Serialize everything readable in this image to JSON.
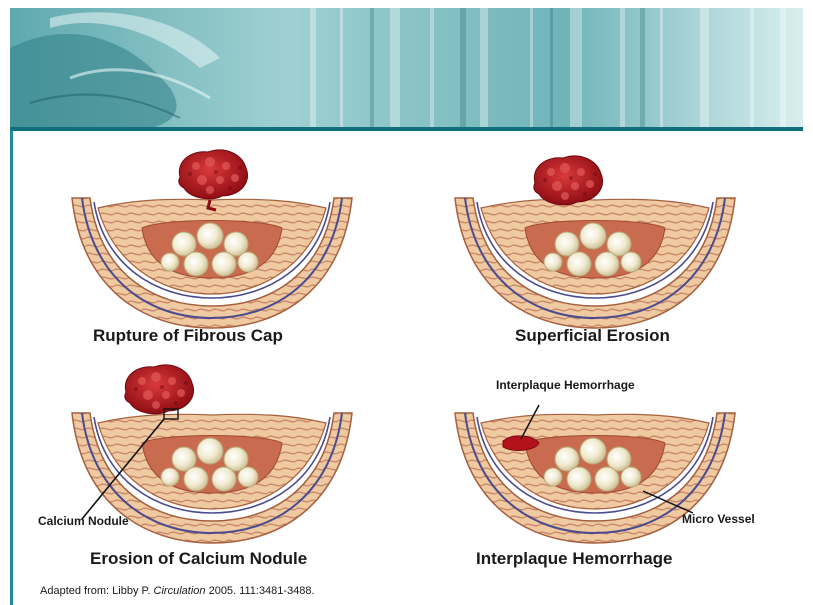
{
  "panels": [
    {
      "caption": "Rupture of Fibrous Cap"
    },
    {
      "caption": "Superficial Erosion"
    },
    {
      "caption": "Erosion of Calcium Nodule",
      "callout": "Calcium Nodule"
    },
    {
      "caption": "Interplaque Hemorrhage",
      "callout_top": "Interplaque Hemorrhage",
      "callout_right": "Micro Vessel"
    }
  ],
  "source": {
    "prefix": "Adapted from: Libby P.",
    "journal": "Circulation",
    "reference": "2005. 111:3481-3488."
  },
  "colors": {
    "banner_teal": "#3f9aa3",
    "accent_rule": "#0f6f7a",
    "thrombus": "#b3121c",
    "plaque": "#c96b4e",
    "wall": "#efc9a0",
    "lamina": "#4b4b8f"
  }
}
